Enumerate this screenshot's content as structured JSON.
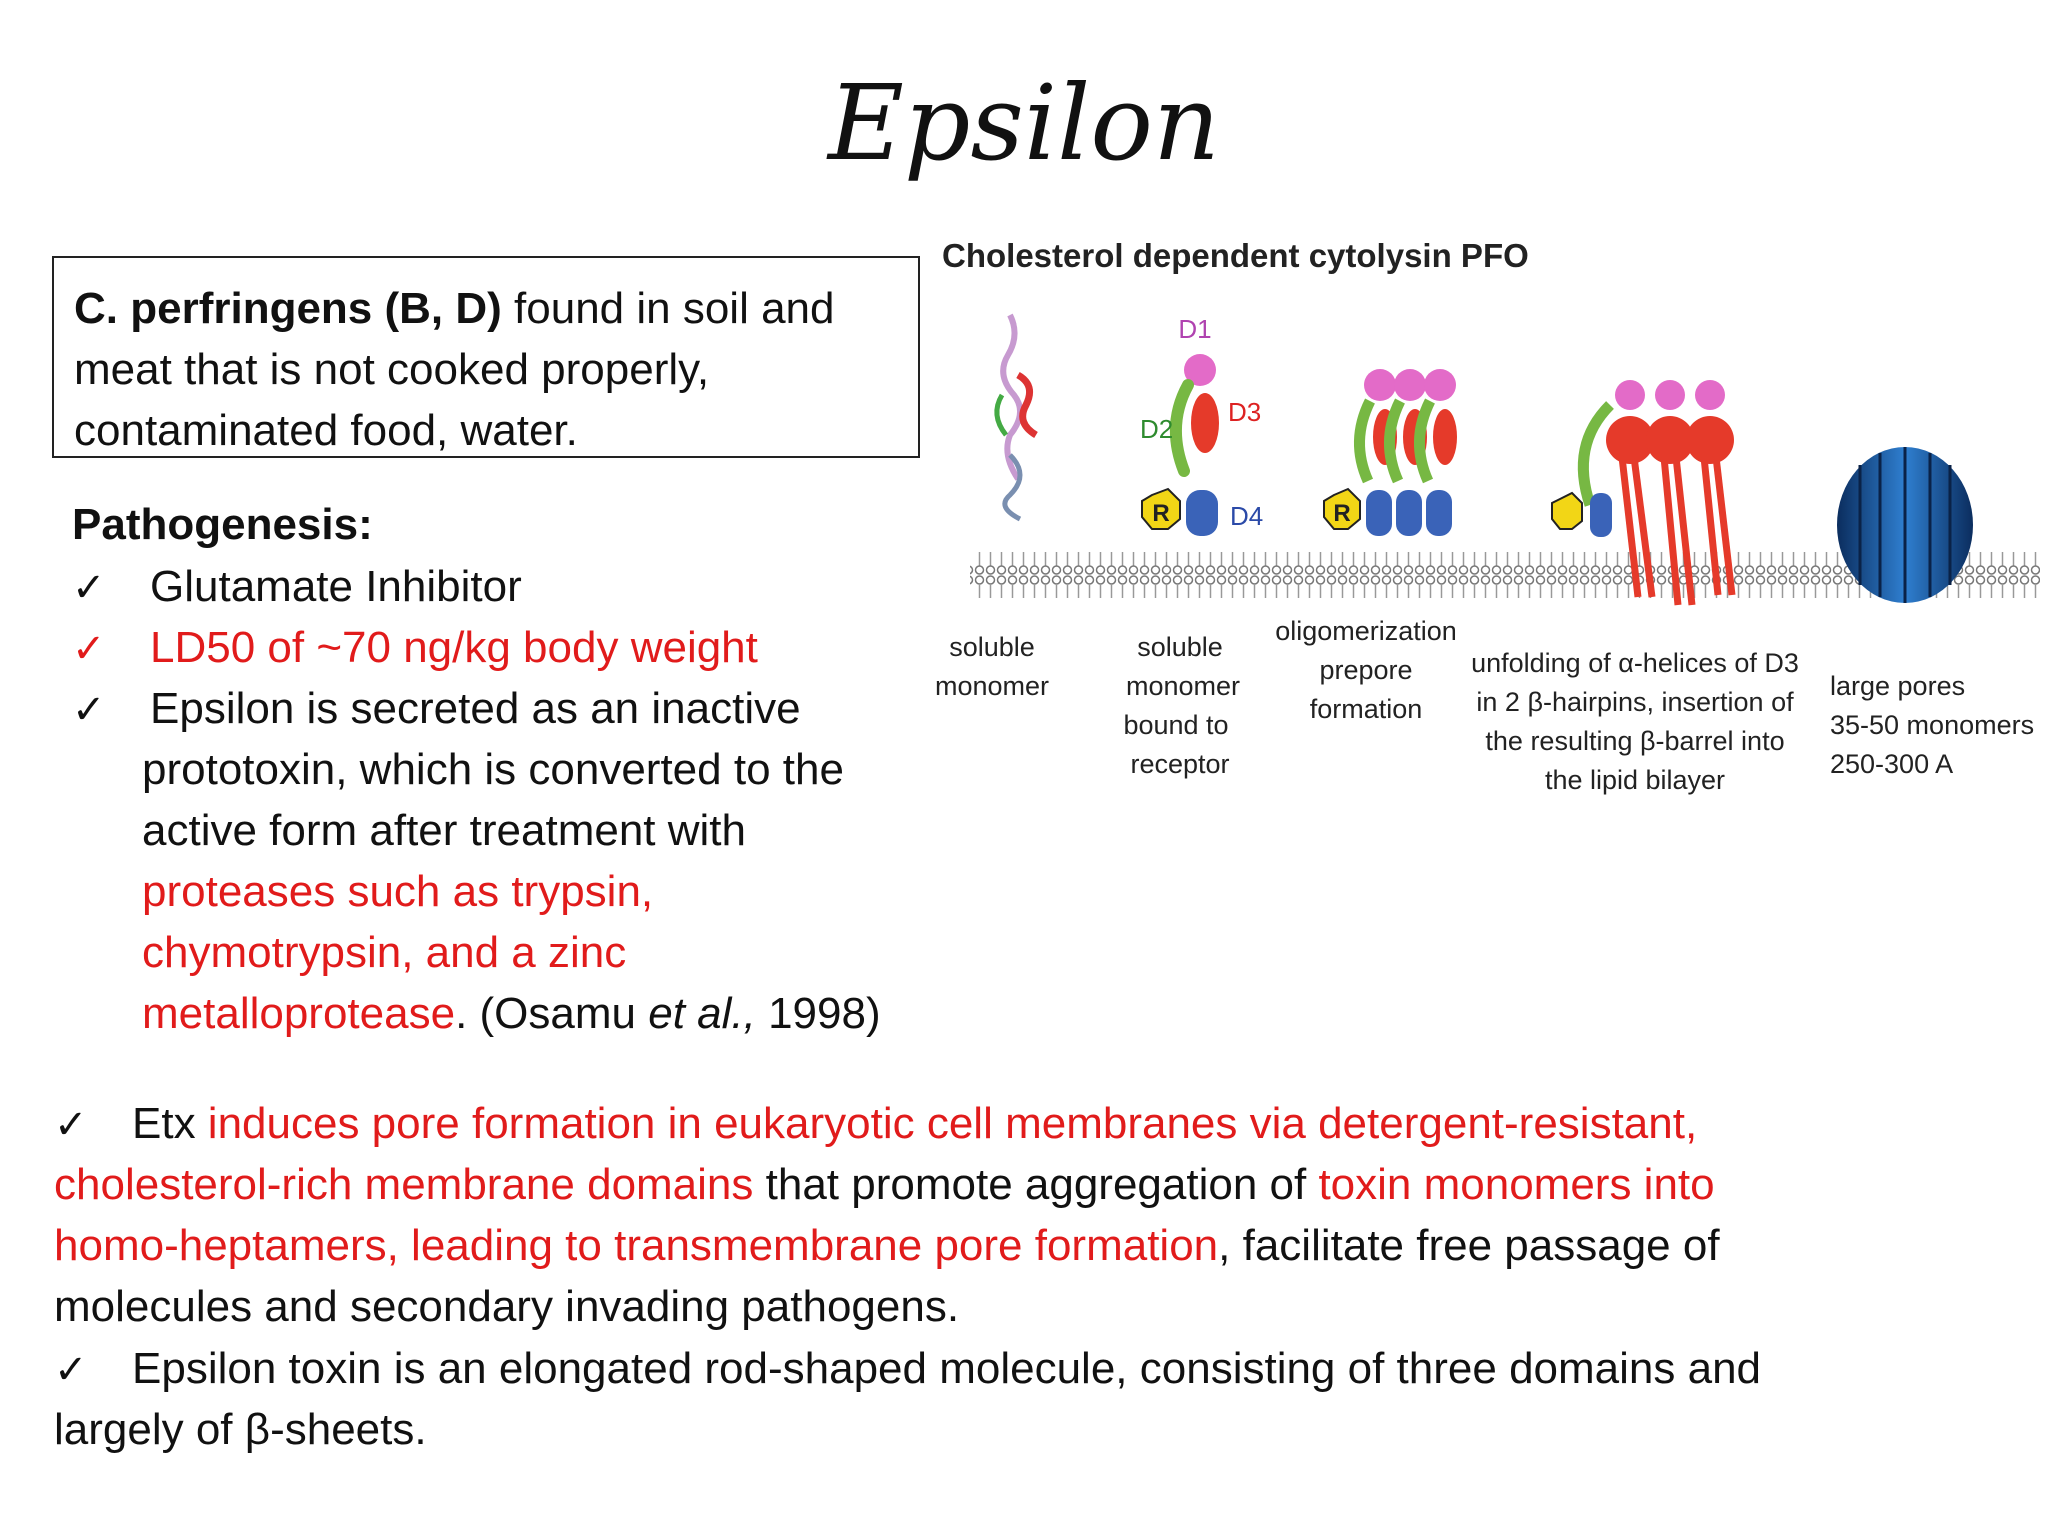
{
  "title": "Epsilon",
  "box": {
    "bold": "C. perfringens (B, D)",
    "line1_rest": " found in soil and",
    "line2": "meat that is not cooked properly,",
    "line3": "contaminated food, water."
  },
  "pathogenesis": {
    "heading": "Pathogenesis:",
    "check": "✓",
    "item1": "Glutamate Inhibitor",
    "item2": "LD50 of ~70 ng/kg body weight",
    "item3_line1": "Epsilon is secreted as an inactive",
    "item3_line2": "prototoxin, which is converted to the",
    "item3_line3": "active form after treatment with",
    "item3_red1": "proteases such as trypsin,",
    "item3_red2": "chymotrypsin, and a zinc",
    "item3_red3": "metalloprotease",
    "item3_cite_pre": ". (Osamu ",
    "item3_cite_em": "et al.,",
    "item3_cite_post": " 1998)"
  },
  "bottom": {
    "b1_a": "Etx ",
    "b1_red1": "induces pore formation in eukaryotic cell membranes via detergent-resistant,",
    "b1_red2": "cholesterol-rich membrane domains",
    "b1_b": " that promote aggregation of ",
    "b1_red3": "toxin monomers into",
    "b1_red4": "homo-heptamers, leading to transmembrane pore formation",
    "b1_c": ", facilitate free passage of",
    "b1_d": "molecules and secondary invading pathogens.",
    "b2_a": "Epsilon toxin is an elongated rod-shaped molecule, consisting of three domains and",
    "b2_b": "largely of β-sheets."
  },
  "figure": {
    "title": "Cholesterol dependent cytolysin  PFO",
    "labels": {
      "d1": "D1",
      "d2": "D2",
      "d3": "D3",
      "d4": "D4",
      "r": "R"
    },
    "stages": {
      "s1_l1": "soluble",
      "s1_l2": "monomer",
      "s2_l1": "soluble",
      "s2_l2": "monomer",
      "s2_l3": "bound to",
      "s2_l4": "receptor",
      "s3_l1": "oligomerization",
      "s3_l2": "prepore",
      "s3_l3": "formation",
      "s4_l1": "unfolding of α-helices of D3",
      "s4_l2": "in 2 β-hairpins, insertion of",
      "s4_l3": "the resulting β-barrel into",
      "s4_l4": "the lipid bilayer",
      "s5_l1": "large pores",
      "s5_l2": "35-50 monomers",
      "s5_l3": "250-300 A"
    }
  }
}
